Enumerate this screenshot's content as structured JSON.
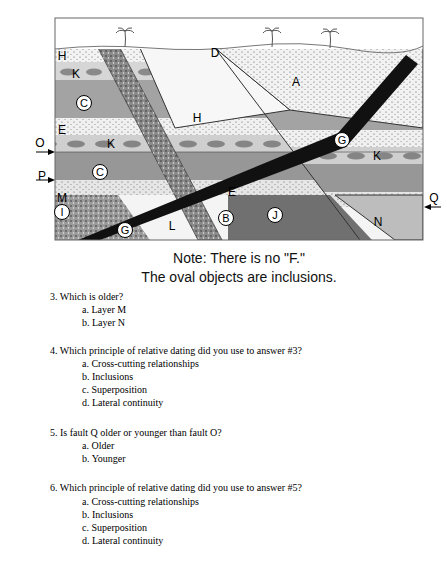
{
  "diagram": {
    "nodes": [
      {
        "text": [
          "C"
        ]
      },
      {
        "text": [
          "G"
        ]
      },
      {
        "text": [
          "C"
        ]
      },
      {
        "text": [
          "I"
        ]
      },
      {
        "text": [
          "J"
        ]
      },
      {
        "text": [
          "B"
        ]
      },
      {
        "text": [
          "G"
        ]
      }
    ],
    "labels": [
      "D",
      "H",
      "K",
      "A",
      "H",
      "E",
      "O",
      "K",
      "K",
      "P",
      "E",
      "M",
      "Q",
      "N",
      "L",
      "Note: There is no \"F.\"",
      "The oval objects are inclusions.",
      "3. Which is older?",
      "a. Layer M",
      "b. Layer N",
      "4. Which principle of relative dating did you use to answer #3?",
      "a. Cross-cutting relationships",
      "b. Inclusions",
      "c. Superposition",
      "d. Lateral continuity",
      "5. Is fault Q older or younger than fault O?",
      "a. Older",
      "b. Younger",
      "6. Which principle of relative dating did you use to answer #5?",
      "a. Cross-cutting relationships",
      "b. Inclusions",
      "c. Superposition",
      "d. Lateral continuity"
    ]
  }
}
